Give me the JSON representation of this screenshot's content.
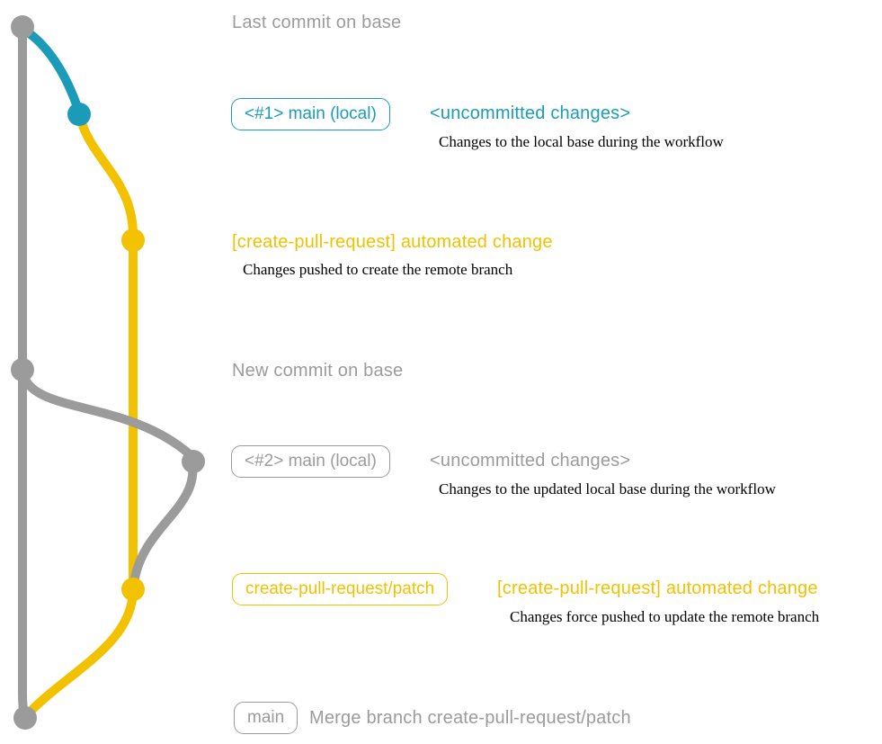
{
  "colors": {
    "gray": "#9b9b9b",
    "teal": "#1a9cb8",
    "yellow": "#f2c100",
    "ink": "#000000",
    "bg": "#ffffff"
  },
  "graph": {
    "branches": [
      {
        "name": "base",
        "color_key": "gray"
      },
      {
        "name": "main (local)",
        "color_key": "teal"
      },
      {
        "name": "create-pull-request/patch",
        "color_key": "yellow"
      }
    ],
    "commit_count": 7
  },
  "top_section": {
    "base_label": "Last commit on base",
    "branch_badge": "<#1> main (local)",
    "status": "<uncommitted changes>",
    "status_description": "Changes to the local base during the workflow",
    "automated_change": "[create-pull-request] automated change",
    "automated_description": "Changes pushed to create the remote branch"
  },
  "bottom_section": {
    "base_label": "New commit on base",
    "branch_badge": "<#2> main (local)",
    "status": "<uncommitted changes>",
    "status_description": "Changes to the updated local base during the workflow",
    "patch_badge": "create-pull-request/patch",
    "automated_change": "[create-pull-request] automated change",
    "automated_description": "Changes force pushed to update the remote branch",
    "main_badge": "main",
    "merge_label": "Merge branch create-pull-request/patch"
  }
}
